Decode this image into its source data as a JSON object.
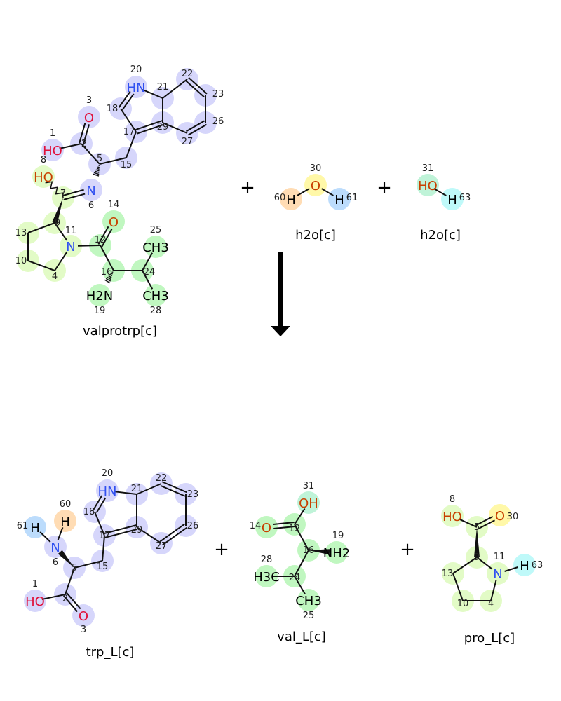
{
  "reaction": {
    "plus_sign": "+",
    "colors": {
      "trp": "#d6d6fb",
      "pro": "#e2fbc6",
      "val": "#c0f7c0",
      "w30": "#fff8a8",
      "w60": "#ffdcb4",
      "w61": "#bcdcfc",
      "w31": "#bff3d8",
      "w63": "#bff9f9",
      "oxygen": "#e0103a",
      "oxygen_alt": "#c84000",
      "nitrogen": "#3050f0",
      "carbon": "#000000"
    },
    "reactants": [
      {
        "id": "valprotrp",
        "name": "valprotrp[c]",
        "atoms": [
          {
            "n": "20",
            "s": "HN"
          },
          {
            "n": "21",
            "s": ""
          },
          {
            "n": "22",
            "s": ""
          },
          {
            "n": "23",
            "s": ""
          },
          {
            "n": "26",
            "s": ""
          },
          {
            "n": "27",
            "s": ""
          },
          {
            "n": "29",
            "s": ""
          },
          {
            "n": "18",
            "s": ""
          },
          {
            "n": "17",
            "s": ""
          },
          {
            "n": "15",
            "s": ""
          },
          {
            "n": "5",
            "s": ""
          },
          {
            "n": "2",
            "s": ""
          },
          {
            "n": "3",
            "s": "O"
          },
          {
            "n": "1",
            "s": "HO"
          },
          {
            "n": "6",
            "s": "N"
          },
          {
            "n": "7",
            "s": ""
          },
          {
            "n": "8",
            "s": "HO"
          },
          {
            "n": "9",
            "s": ""
          },
          {
            "n": "11",
            "s": "N"
          },
          {
            "n": "13",
            "s": ""
          },
          {
            "n": "10",
            "s": ""
          },
          {
            "n": "4",
            "s": ""
          },
          {
            "n": "12",
            "s": ""
          },
          {
            "n": "14",
            "s": "O"
          },
          {
            "n": "16",
            "s": ""
          },
          {
            "n": "24",
            "s": ""
          },
          {
            "n": "25",
            "s": "CH3"
          },
          {
            "n": "28",
            "s": "CH3"
          },
          {
            "n": "19",
            "s": "H2N"
          }
        ]
      },
      {
        "id": "h2o_a",
        "name": "h2o[c]",
        "atoms": [
          {
            "n": "60",
            "s": "H"
          },
          {
            "n": "30",
            "s": "O"
          },
          {
            "n": "61",
            "s": "H"
          }
        ]
      },
      {
        "id": "h2o_b",
        "name": "h2o[c]",
        "atoms": [
          {
            "n": "31",
            "s": "HO"
          },
          {
            "n": "63",
            "s": "H"
          }
        ]
      }
    ],
    "products": [
      {
        "id": "trp_L",
        "name": "trp_L[c]",
        "atoms": [
          {
            "n": "20",
            "s": "HN"
          },
          {
            "n": "21",
            "s": ""
          },
          {
            "n": "22",
            "s": ""
          },
          {
            "n": "23",
            "s": ""
          },
          {
            "n": "26",
            "s": ""
          },
          {
            "n": "27",
            "s": ""
          },
          {
            "n": "29",
            "s": ""
          },
          {
            "n": "18",
            "s": ""
          },
          {
            "n": "17",
            "s": ""
          },
          {
            "n": "15",
            "s": ""
          },
          {
            "n": "5",
            "s": ""
          },
          {
            "n": "6",
            "s": "N"
          },
          {
            "n": "60",
            "s": "H"
          },
          {
            "n": "61",
            "s": "H"
          },
          {
            "n": "2",
            "s": ""
          },
          {
            "n": "1",
            "s": "HO"
          },
          {
            "n": "3",
            "s": "O"
          }
        ]
      },
      {
        "id": "val_L",
        "name": "val_L[c]",
        "atoms": [
          {
            "n": "31",
            "s": "OH"
          },
          {
            "n": "12",
            "s": ""
          },
          {
            "n": "14",
            "s": "O"
          },
          {
            "n": "16",
            "s": ""
          },
          {
            "n": "19",
            "s": "NH2"
          },
          {
            "n": "24",
            "s": ""
          },
          {
            "n": "28",
            "s": "H3C"
          },
          {
            "n": "25",
            "s": "CH3"
          }
        ]
      },
      {
        "id": "pro_L",
        "name": "pro_L[c]",
        "atoms": [
          {
            "n": "8",
            "s": "HO"
          },
          {
            "n": "5",
            "s": ""
          },
          {
            "n": "30",
            "s": "O"
          },
          {
            "n": "9",
            "s": ""
          },
          {
            "n": "11",
            "s": "N"
          },
          {
            "n": "63",
            "s": "H"
          },
          {
            "n": "13",
            "s": ""
          },
          {
            "n": "10",
            "s": ""
          },
          {
            "n": "4",
            "s": ""
          }
        ]
      }
    ]
  }
}
